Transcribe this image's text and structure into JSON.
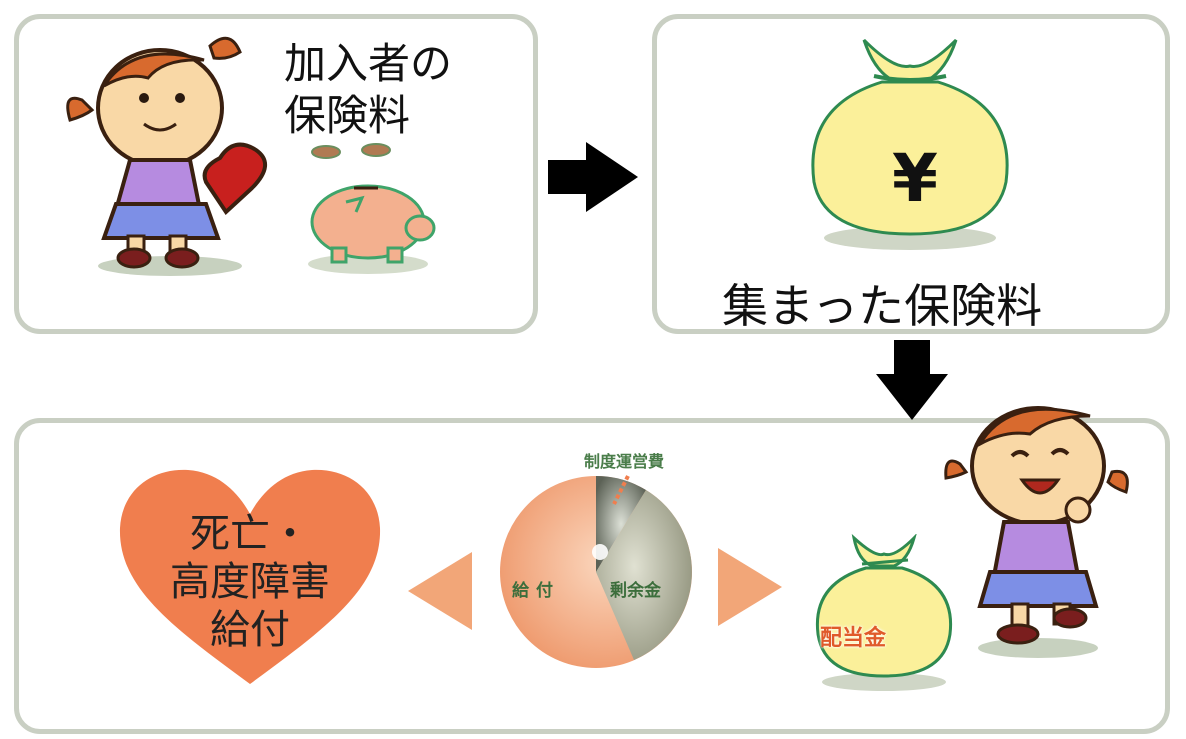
{
  "contribution": {
    "label_lines": [
      "加入者の",
      "保険料"
    ]
  },
  "pool": {
    "label": "集まった保険料",
    "currency_symbol": "¥"
  },
  "benefit": {
    "label_lines": [
      "死亡・",
      "高度障害",
      "給付"
    ]
  },
  "pie": {
    "expense_label": "制度運営費",
    "benefit_label": "給付",
    "surplus_label": "剰余金"
  },
  "dividend": {
    "label": "配当金"
  },
  "colors": {
    "panel_border": "#c9cfc3",
    "heart": "#f07e4e",
    "pie_main": "#f3a57c",
    "pie_surplus": "#b5b79f",
    "arrow_orange": "#f2a678",
    "moneybag": "#fbf09a"
  },
  "icons": [
    "right-arrow-icon",
    "down-arrow-icon",
    "left-triangle-icon",
    "right-triangle-icon",
    "heart-icon",
    "piggy-bank-icon",
    "money-bag-icon"
  ]
}
